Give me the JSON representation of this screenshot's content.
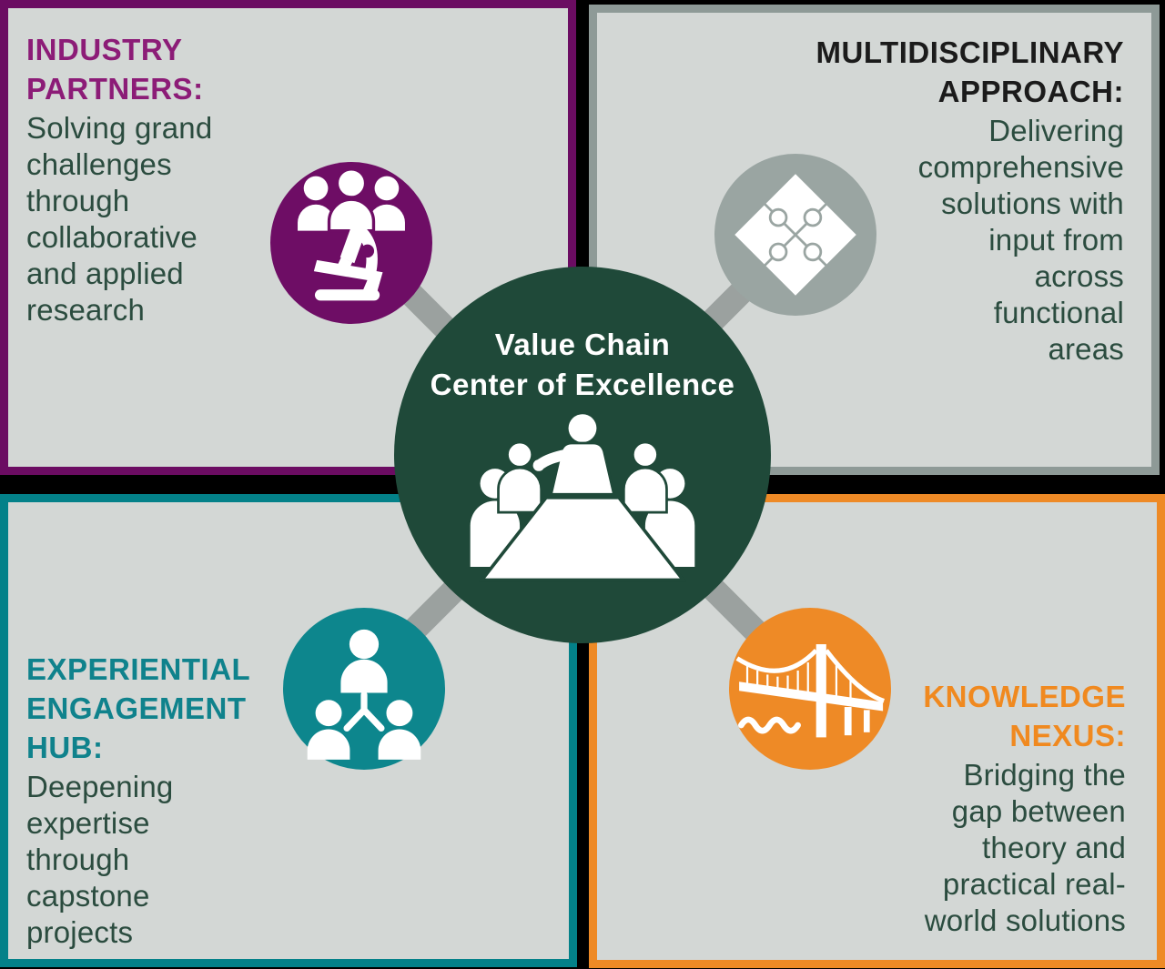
{
  "title": "Value Chain Center of Excellence infographic",
  "colors": {
    "background": "#000000",
    "panel_fill": "#d3d7d5",
    "purple_border": "#6b0c62",
    "purple_circle": "#6e0d65",
    "purple_heading": "#8c1c77",
    "gray_border": "#8e9a97",
    "gray_circle": "#9aa5a2",
    "teal_border": "#038189",
    "teal_circle": "#0d868d",
    "teal_heading": "#0f828c",
    "orange": "#ee8a26",
    "orange_heading": "#f0891f",
    "dark_heading": "#1b1b1b",
    "body_text": "#2b4c3f",
    "center_green": "#1f4939",
    "connector_gray": "#9ba19f",
    "icon_white": "#ffffff"
  },
  "center": {
    "title_lines": [
      "Value Chain",
      "Center of Excellence"
    ],
    "icon": "conference-table-meeting-icon"
  },
  "quadrants": {
    "top_left": {
      "heading": "INDUSTRY PARTNERS:",
      "heading_lines": [
        "INDUSTRY",
        "PARTNERS:"
      ],
      "body": "Solving grand challenges through collaborative and applied research",
      "body_lines": [
        "Solving grand",
        "challenges",
        "through",
        "collaborative",
        "and applied",
        "research"
      ],
      "icon": "research-team-microscope-icon"
    },
    "top_right": {
      "heading": "MULTIDISCIPLINARY APPROACH:",
      "heading_lines": [
        "MULTIDISCIPLINARY",
        "APPROACH:"
      ],
      "body": "Delivering comprehensive solutions with input from across functional areas",
      "body_lines": [
        "Delivering",
        "comprehensive",
        "solutions with",
        "input from",
        "across",
        "functional",
        "areas"
      ],
      "icon": "puzzle-pieces-icon"
    },
    "bottom_left": {
      "heading": "EXPERIENTIAL ENGAGEMENT HUB:",
      "heading_lines": [
        "EXPERIENTIAL",
        "ENGAGEMENT",
        "HUB:"
      ],
      "body": "Deepening expertise through capstone projects",
      "body_lines": [
        "Deepening",
        "expertise",
        "through",
        "capstone",
        "projects"
      ],
      "icon": "people-network-icon"
    },
    "bottom_right": {
      "heading": "KNOWLEDGE NEXUS:",
      "heading_lines": [
        "KNOWLEDGE",
        "NEXUS:"
      ],
      "body": "Bridging the gap between theory and practical real-world solutions",
      "body_lines": [
        "Bridging the",
        "gap between",
        "theory and",
        "practical real-",
        "world solutions"
      ],
      "icon": "suspension-bridge-icon"
    }
  }
}
